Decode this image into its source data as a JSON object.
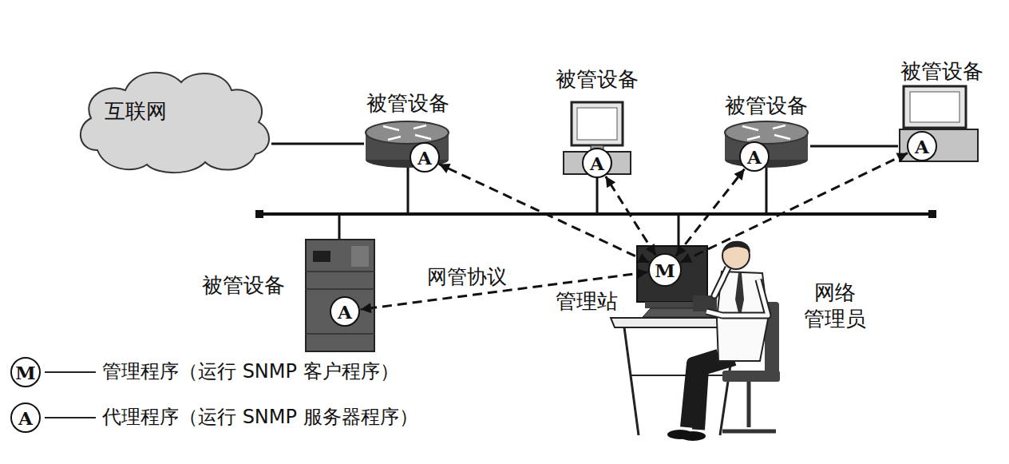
{
  "diagram": {
    "nodes": [
      {
        "text": [
          "互联网"
        ]
      },
      {
        "text": [
          "被管设备"
        ]
      },
      {
        "text": [
          "A"
        ],
        "in": 1
      },
      {
        "text": [
          "被管设备"
        ]
      },
      {
        "text": [
          "A"
        ],
        "in": 3
      },
      {
        "text": [
          "被管设备"
        ]
      },
      {
        "text": [
          "A"
        ],
        "in": 5
      },
      {
        "text": [
          "被管设备"
        ]
      },
      {
        "text": [
          "A"
        ],
        "in": 7
      },
      {
        "text": [
          "被管设备"
        ]
      },
      {
        "text": [
          "A"
        ],
        "in": 9
      },
      {
        "text": [
          "管理站"
        ]
      },
      {
        "text": [
          "M"
        ],
        "in": 11
      }
    ],
    "edges": [
      {
        "from": 0,
        "to": 1,
        "arrow": "none"
      },
      {
        "from": 5,
        "to": 7,
        "arrow": "none"
      },
      {
        "from": 12,
        "to": 2,
        "arrow": "both"
      },
      {
        "from": 12,
        "to": 4,
        "arrow": "both"
      },
      {
        "from": 12,
        "to": 6,
        "arrow": "both"
      },
      {
        "from": 12,
        "to": 8,
        "arrow": "both"
      },
      {
        "from": 12,
        "to": 10,
        "arrow": "both",
        "label": "网管协议"
      }
    ],
    "labels": [
      "网络 管理员",
      "M",
      "A"
    ],
    "legend": [
      {
        "text": "管理程序（运行 SNMP 客户程序）"
      },
      {
        "text": "代理程序（运行 SNMP 服务器程序）"
      }
    ]
  }
}
